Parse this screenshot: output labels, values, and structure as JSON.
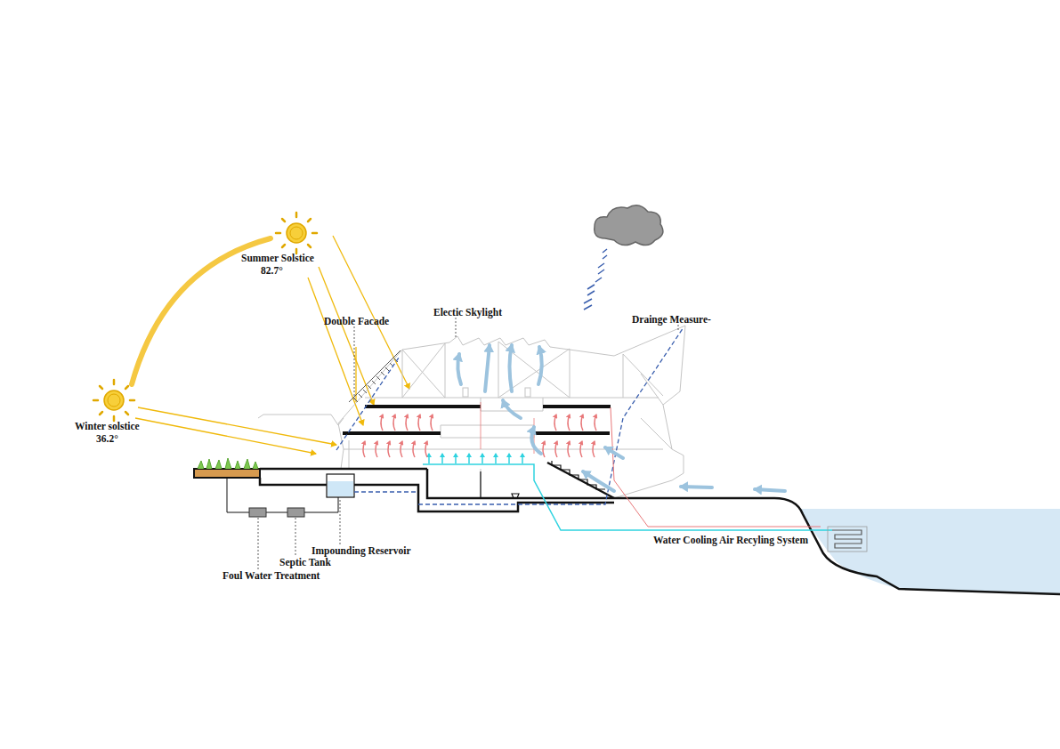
{
  "diagram": {
    "labels": [
      "Summer Solstice",
      "82.7°",
      "Winter solstice",
      "36.2°",
      "Double Facade",
      "Electic Skylight",
      "Drainge Measure-",
      "Impounding Reservoir",
      "Septic Tank",
      "Foul Water Treatment",
      "Water Cooling Air Recyling System"
    ]
  }
}
